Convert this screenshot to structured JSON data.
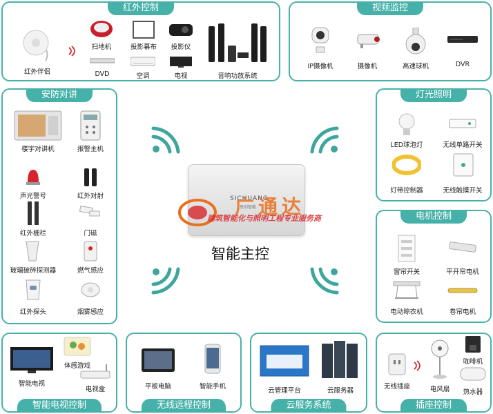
{
  "panels": {
    "ir": {
      "title": "红外控制",
      "items": [
        "红外伴侣",
        "扫地机",
        "投影幕布",
        "投影仪",
        "DVD",
        "空调",
        "电视",
        "音响功放系统"
      ]
    },
    "video": {
      "title": "视频监控",
      "items": [
        "IP摄像机",
        "摄像机",
        "高速球机",
        "DVR"
      ]
    },
    "security": {
      "title": "安防对讲",
      "items": [
        "楼宇对讲机",
        "报警主机",
        "声光警号",
        "红外对射",
        "红外栅栏",
        "门磁",
        "玻璃破碎探测器",
        "燃气感应",
        "红外探头",
        "烟雾感应"
      ]
    },
    "lighting": {
      "title": "灯光照明",
      "items": [
        "LED球泡灯",
        "无线单路开关",
        "灯带控制器",
        "无线触摸开关"
      ]
    },
    "motor": {
      "title": "电机控制",
      "items": [
        "窗帘开关",
        "平开帘电机",
        "电动晾衣机",
        "卷帘电机"
      ]
    },
    "tv": {
      "title": "智能电视控制",
      "items": [
        "智能电视",
        "体感游戏",
        "电视盒"
      ]
    },
    "remote": {
      "title": "无线远程控制",
      "items": [
        "平板电脑",
        "智能手机"
      ]
    },
    "cloud": {
      "title": "云服务系统",
      "items": [
        "云管理平台",
        "云服务器"
      ]
    },
    "socket": {
      "title": "插座控制",
      "items": [
        "无线插座",
        "电风扇",
        "咖啡机",
        "热水器"
      ]
    }
  },
  "hub": {
    "label": "智能主控",
    "brand": "SICHUANG",
    "brand_sub": "思创智能"
  },
  "watermark": {
    "name": "广通达",
    "slogan": "建筑智能化与照明工程专业服务商"
  },
  "colors": {
    "accent": "#46b1a8",
    "watermark_orange": "#e8701e",
    "watermark_red": "#d8262a"
  }
}
